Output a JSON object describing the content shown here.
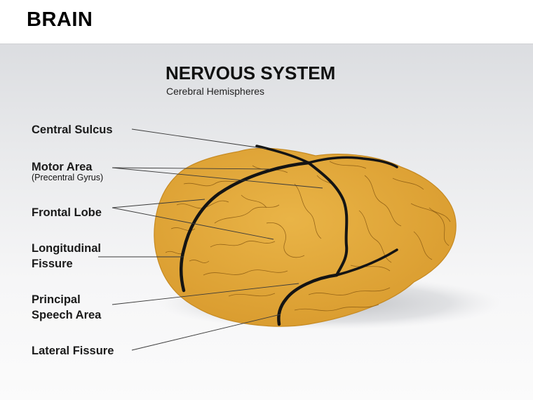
{
  "header": {
    "title": "BRAIN"
  },
  "diagram": {
    "title": "NERVOUS SYSTEM",
    "subtitle": "Cerebral Hemispheres",
    "labels": {
      "central_sulcus": "Central Sulcus",
      "motor_area": "Motor Area",
      "motor_area_sub": "(Precentral Gyrus)",
      "frontal_lobe": "Frontal Lobe",
      "longitudinal_fissure_1": "Longitudinal",
      "longitudinal_fissure_2": "Fissure",
      "principal_speech_1": "Principal",
      "principal_speech_2": "Speech Area",
      "lateral_fissure": "Lateral Fissure"
    }
  },
  "colors": {
    "brain_fill": "#e1a73a",
    "brain_edge": "#c68a22",
    "fissure": "#141414",
    "leader_line": "#3a3a3a"
  }
}
